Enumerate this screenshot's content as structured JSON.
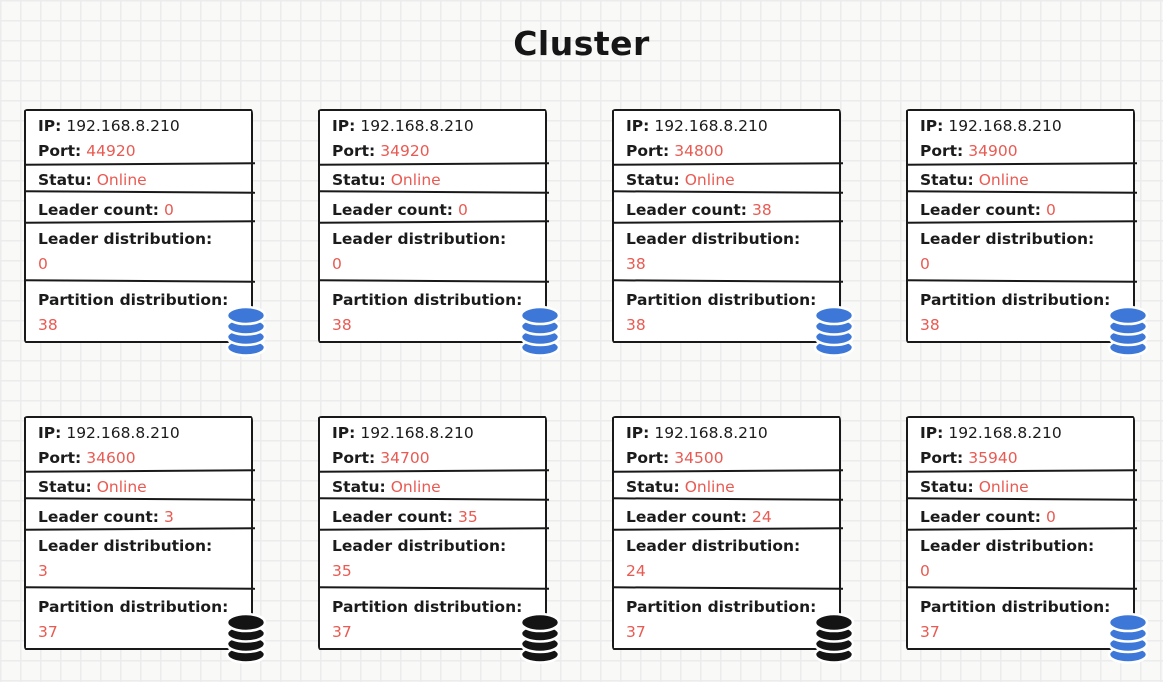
{
  "title": "Cluster",
  "labels": {
    "ip": "IP:",
    "port": "Port:",
    "status": "Statu:",
    "leader_count": "Leader count:",
    "leader_distribution": "Leader distribution:",
    "partition_distribution": "Partition distribution:"
  },
  "colors": {
    "value_text_red": "#e95a52",
    "label_text_black": "#1b1b1b",
    "db_icon_blue": "#3d78d8",
    "db_icon_black": "#141414",
    "card_border": "#191919",
    "grid_line": "#ececec",
    "page_background": "#f9f9f8"
  },
  "nodes": [
    {
      "ip": "192.168.8.210",
      "port": "44920",
      "status": "Online",
      "leader_count": "0",
      "leader_distribution": "0",
      "partition_distribution": "38",
      "db_color": "blue"
    },
    {
      "ip": "192.168.8.210",
      "port": "34920",
      "status": "Online",
      "leader_count": "0",
      "leader_distribution": "0",
      "partition_distribution": "38",
      "db_color": "blue"
    },
    {
      "ip": "192.168.8.210",
      "port": "34800",
      "status": "Online",
      "leader_count": "38",
      "leader_distribution": "38",
      "partition_distribution": "38",
      "db_color": "blue"
    },
    {
      "ip": "192.168.8.210",
      "port": "34900",
      "status": "Online",
      "leader_count": "0",
      "leader_distribution": "0",
      "partition_distribution": "38",
      "db_color": "blue"
    },
    {
      "ip": "192.168.8.210",
      "port": "34600",
      "status": "Online",
      "leader_count": "3",
      "leader_distribution": "3",
      "partition_distribution": "37",
      "db_color": "black"
    },
    {
      "ip": "192.168.8.210",
      "port": "34700",
      "status": "Online",
      "leader_count": "35",
      "leader_distribution": "35",
      "partition_distribution": "37",
      "db_color": "black"
    },
    {
      "ip": "192.168.8.210",
      "port": "34500",
      "status": "Online",
      "leader_count": "24",
      "leader_distribution": "24",
      "partition_distribution": "37",
      "db_color": "black"
    },
    {
      "ip": "192.168.8.210",
      "port": "35940",
      "status": "Online",
      "leader_count": "0",
      "leader_distribution": "0",
      "partition_distribution": "37",
      "db_color": "blue"
    }
  ]
}
